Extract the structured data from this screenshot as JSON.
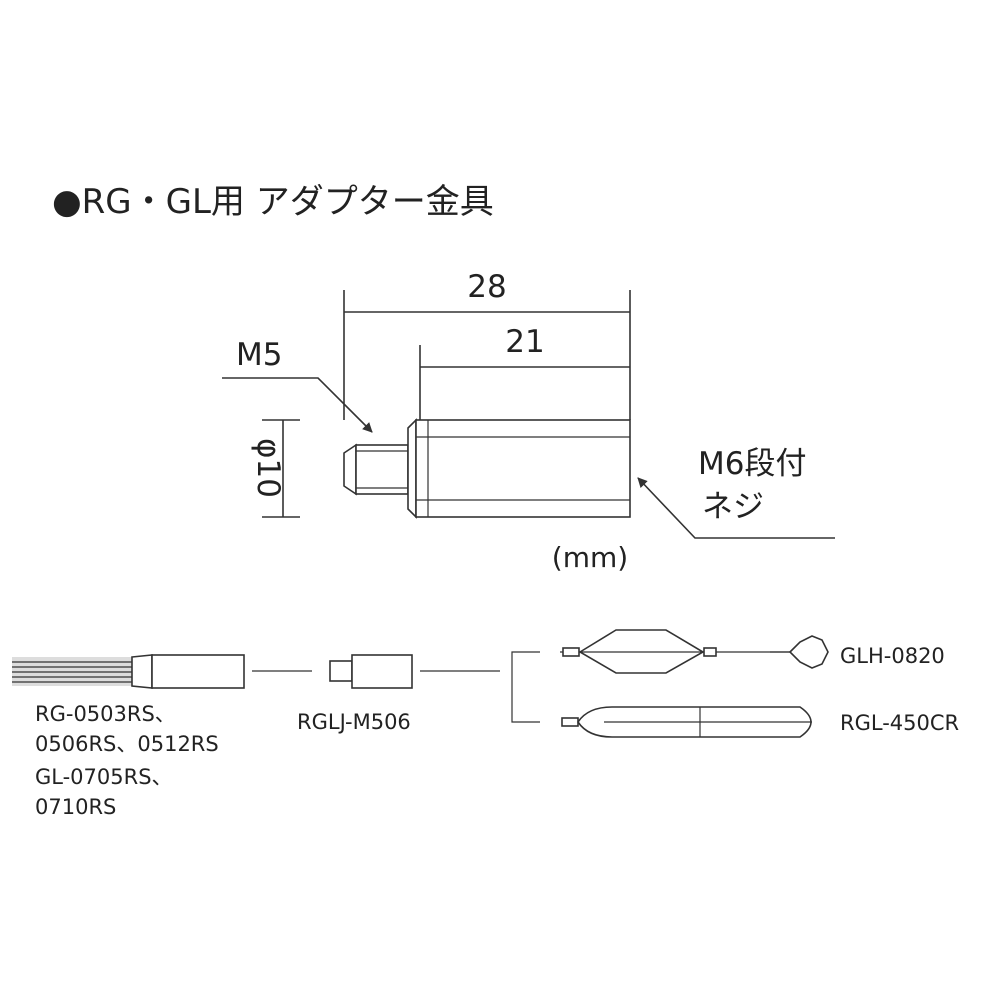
{
  "title": "●RG・GL用 アダプター金具",
  "dimensions": {
    "overall_length": "28",
    "body_length": "21",
    "diameter": "φ10"
  },
  "callouts": {
    "m5": "M5",
    "m6_line1": "M6段付",
    "m6_line2": "ネジ"
  },
  "unit": "(mm)",
  "parts": {
    "sensor_line1": "RG-0503RS、",
    "sensor_line2": "0506RS、0512RS",
    "sensor_line3": "GL-0705RS、",
    "sensor_line4": "0710RS",
    "adapter": "RGLJ-M506",
    "option_a": "GLH-0820",
    "option_b": "RGL-450CR"
  }
}
